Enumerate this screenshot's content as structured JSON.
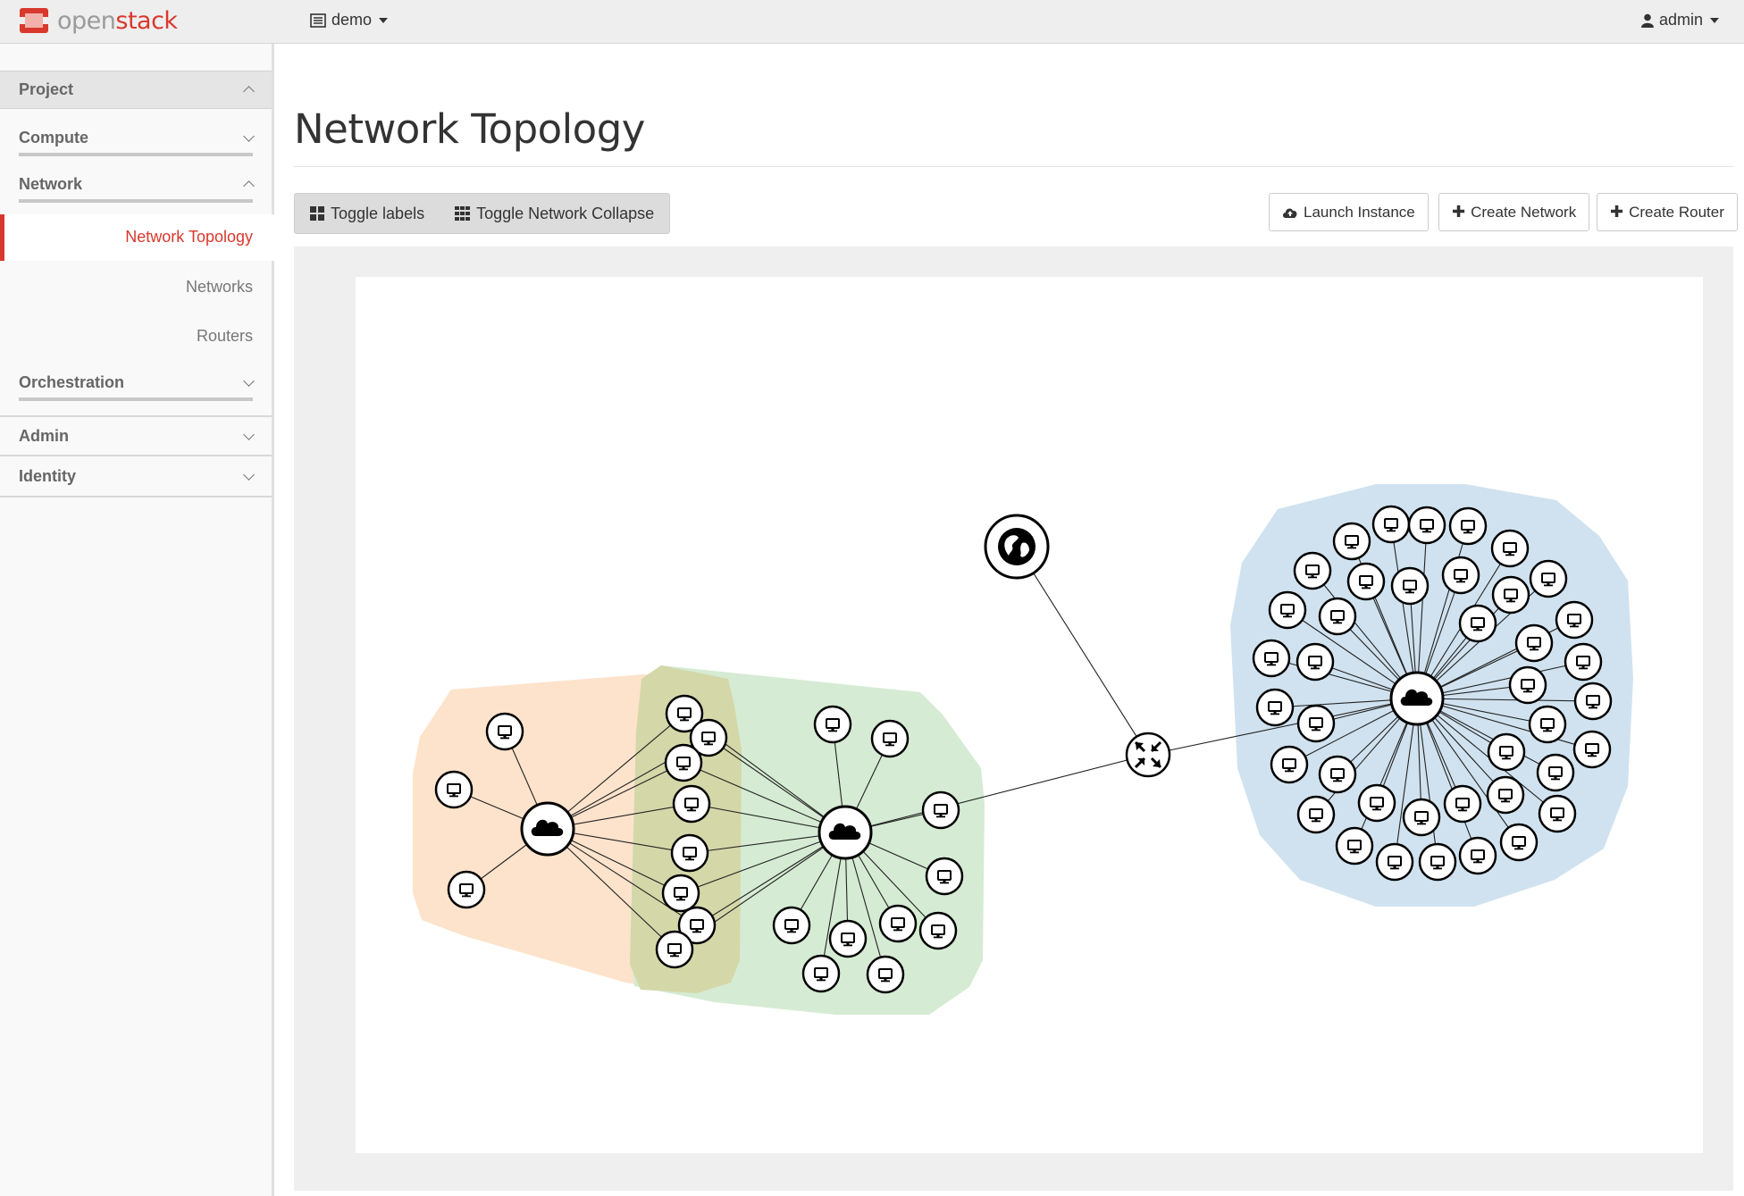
{
  "brand": {
    "text_a": "open",
    "text_b": "stack"
  },
  "header": {
    "project": "demo",
    "user": "admin"
  },
  "sidebar": {
    "project": "Project",
    "compute": "Compute",
    "network": "Network",
    "active": "Network Topology",
    "items": [
      "Networks",
      "Routers"
    ],
    "orchestration": "Orchestration",
    "admin": "Admin",
    "identity": "Identity"
  },
  "main": {
    "title": "Network Topology",
    "toggle_labels": "Toggle labels",
    "toggle_collapse": "Toggle Network Collapse",
    "launch_instance": "Launch Instance",
    "create_network": "Create Network",
    "create_router": "Create Router"
  },
  "colors": {
    "accent": "#d9382d",
    "net_orange": "#fde3cb",
    "net_green": "#d5ebd3",
    "net_blue": "#d0e2ef",
    "overlap": "#d4d7a8"
  }
}
